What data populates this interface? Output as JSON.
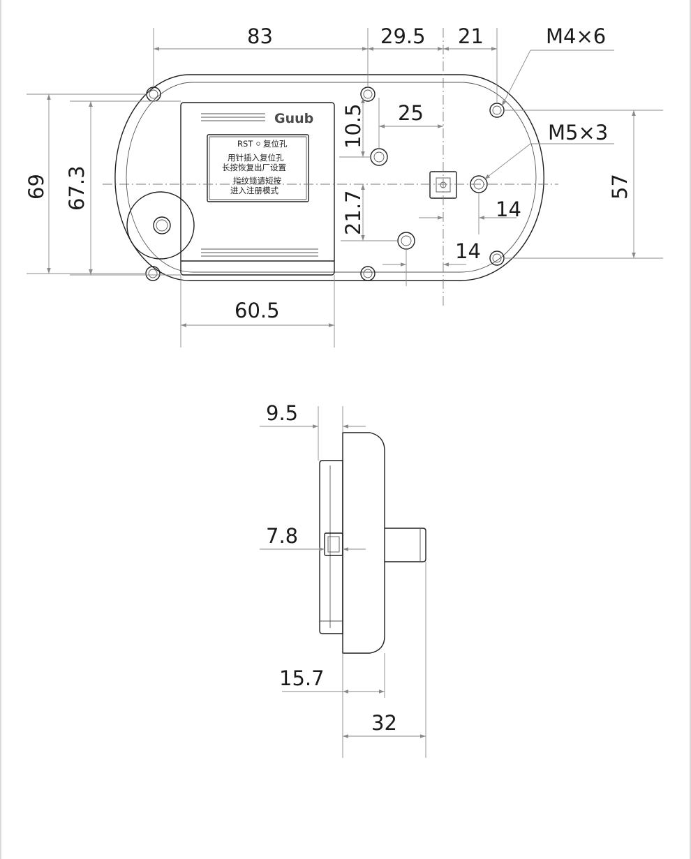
{
  "front_view": {
    "dims": {
      "d83": "83",
      "d29_5": "29.5",
      "d21": "21",
      "m4": "M4×6",
      "d25": "25",
      "d10_5": "10.5",
      "m5": "M5×3",
      "d69": "69",
      "d67_3": "67.3",
      "d21_7": "21.7",
      "d14a": "14",
      "d14b": "14",
      "d57": "57",
      "d60_5": "60.5"
    },
    "panel": {
      "brand": "Guub",
      "rst_label": "RST",
      "rst_hole": "复位孔",
      "line1": "用针插入复位孔",
      "line2": "长按恢复出厂设置",
      "line3": "指纹锁请短按",
      "line4": "进入注册模式"
    }
  },
  "side_view": {
    "dims": {
      "d9_5": "9.5",
      "d7_8": "7.8",
      "d15_7": "15.7",
      "d32": "32"
    }
  },
  "colors": {
    "line": "#1f1f1f",
    "dimension": "#8a8a8a",
    "frame": "#d9d9d9"
  }
}
